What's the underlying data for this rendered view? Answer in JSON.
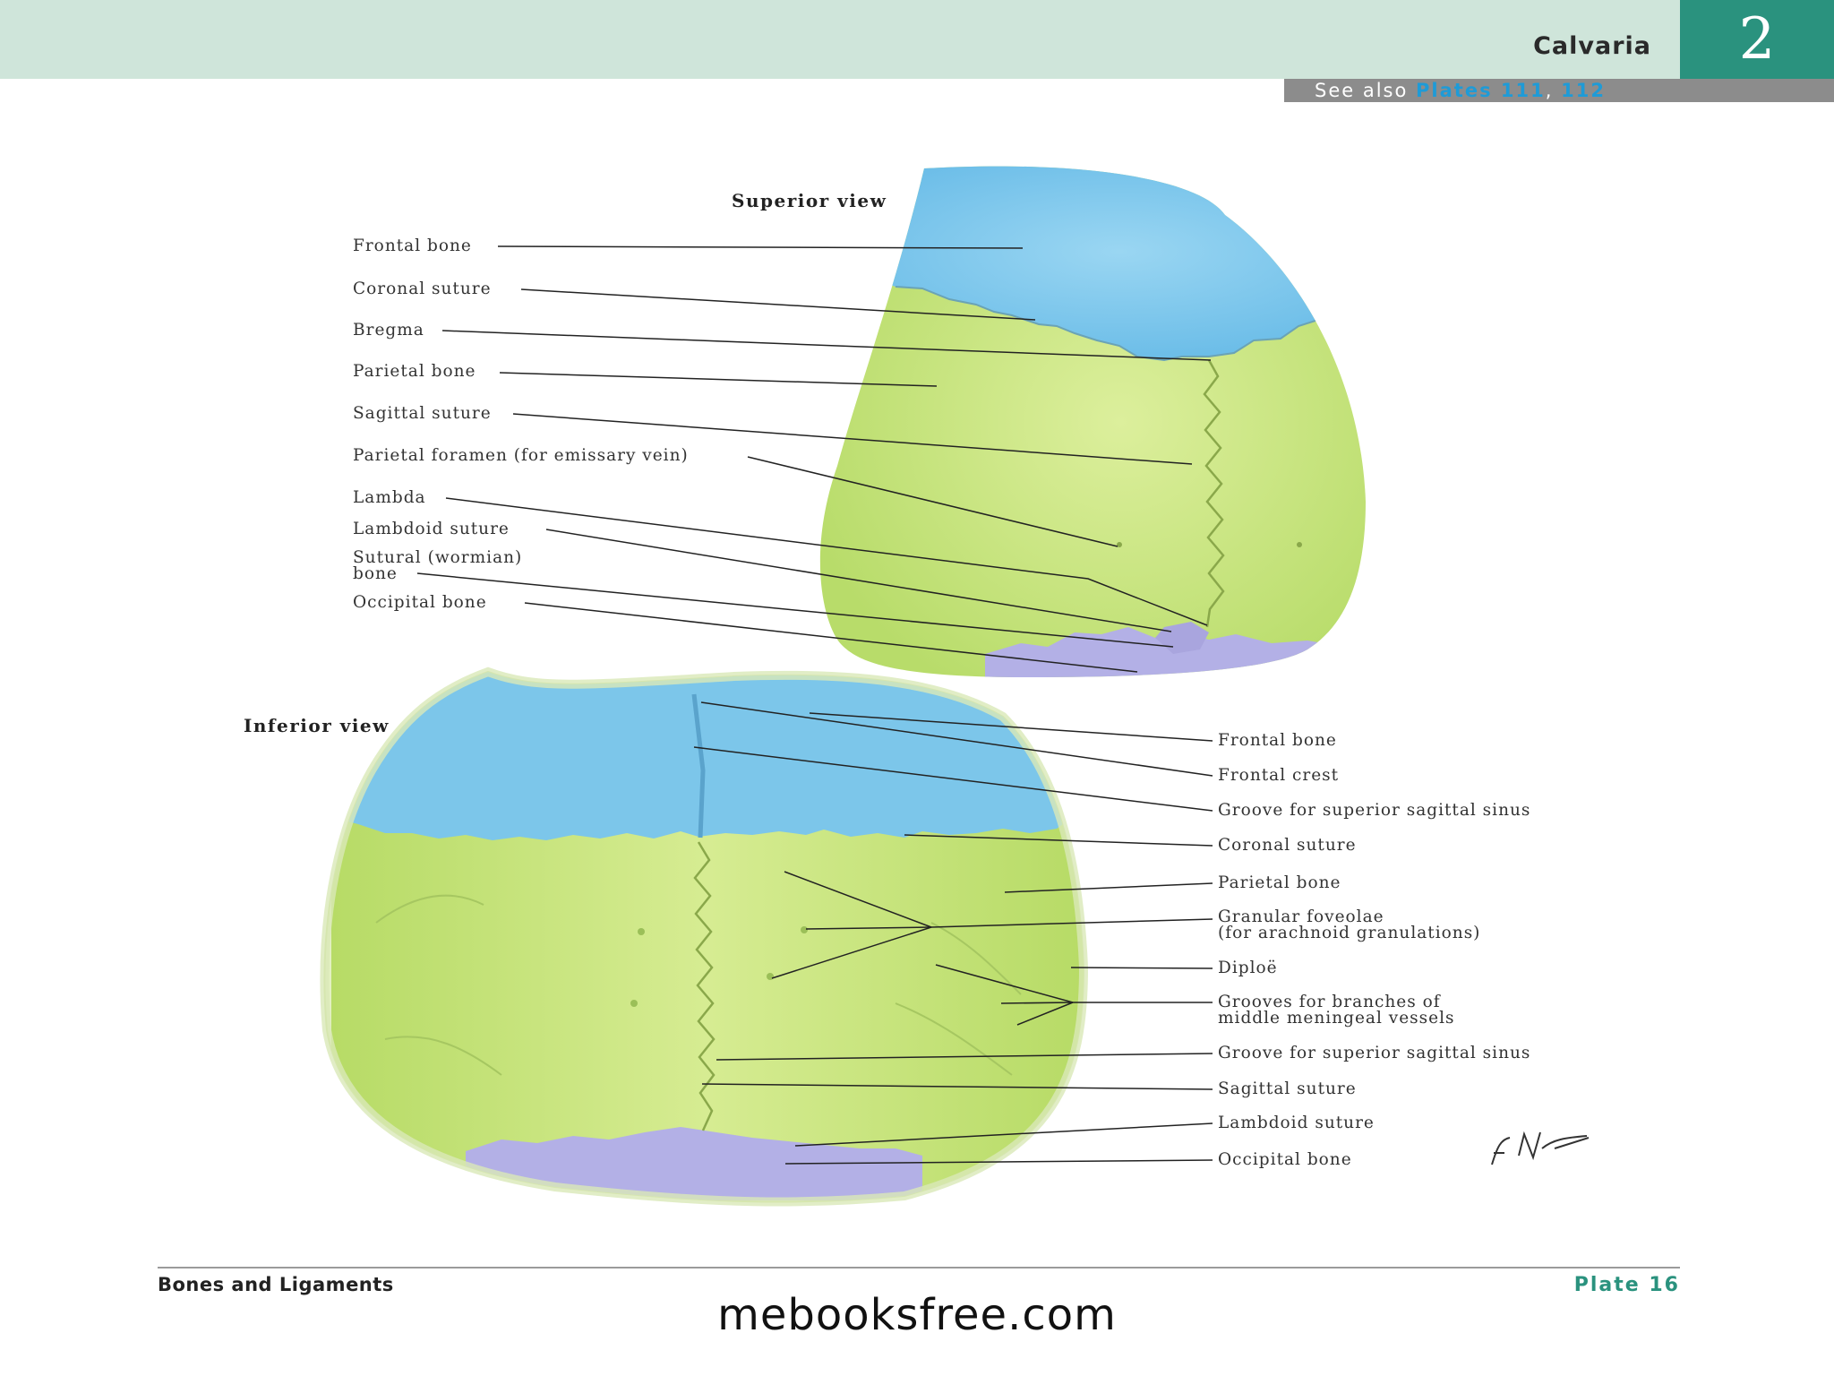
{
  "header": {
    "title": "Calvaria",
    "chapter": "2",
    "see_also_prefix": "See also",
    "see_also_plates": "Plates 111",
    "see_also_sep": ",",
    "see_also_plate2": "112"
  },
  "superior_view": {
    "title": "Superior view",
    "labels": [
      "Frontal bone",
      "Coronal suture",
      "Bregma",
      "Parietal bone",
      "Sagittal suture",
      "Parietal foramen (for emissary vein)",
      "Lambda",
      "Lambdoid suture",
      "Sutural (wormian)",
      "bone",
      "Occipital bone"
    ]
  },
  "inferior_view": {
    "title": "Inferior view",
    "labels": [
      "Frontal bone",
      "Frontal crest",
      "Groove for superior sagittal sinus",
      "Coronal suture",
      "Parietal bone",
      "Granular foveolae",
      "(for arachnoid granulations)",
      "Diploë",
      "Grooves for branches of",
      "middle meningeal vessels",
      "Groove for superior sagittal sinus",
      "Sagittal suture",
      "Lambdoid suture",
      "Occipital bone"
    ]
  },
  "signature": "F. Netter M.D.",
  "footer": {
    "section": "Bones and Ligaments",
    "plate": "Plate 16",
    "watermark": "mebooksfree.com"
  },
  "colors": {
    "frontal": "#7fc8ec",
    "parietal": "#cfe88a",
    "occipital": "#b3b0e6",
    "accent": "#2a927e",
    "header_band": "#cfe5da"
  }
}
